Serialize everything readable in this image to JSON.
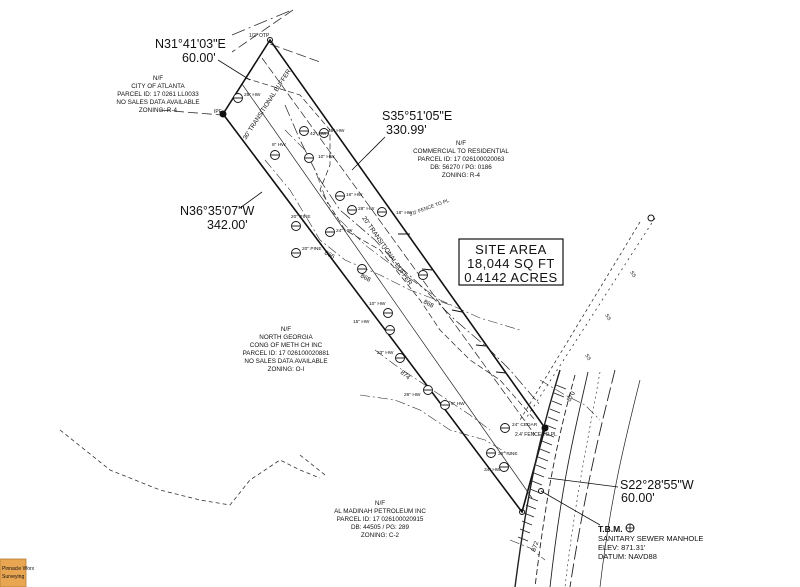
{
  "bearings": {
    "north": {
      "bearing": "N31°41'03\"E",
      "distance": "60.00'"
    },
    "east": {
      "bearing": "S35°51'05\"E",
      "distance": "330.99'"
    },
    "west": {
      "bearing": "N36°35'07\"W",
      "distance": "342.00'"
    },
    "south": {
      "bearing": "S22°28'55\"W",
      "distance": "60.00'"
    }
  },
  "site_area": {
    "title": "SITE AREA",
    "sqft": "18,044 SQ FT",
    "acres": "0.4142 ACRES"
  },
  "parcels": [
    {
      "line1": "N/F",
      "line2": "CITY OF ATLANTA",
      "line3": "PARCEL ID: 17 0261 LL0033",
      "line4": "NO SALES DATA AVAILABLE",
      "line5": "ZONING: R-4"
    },
    {
      "line1": "N/F",
      "line2": "COMMERCIAL TO RESIDENTIAL",
      "line3": "PARCEL ID: 17 026100020063",
      "line4": "DB: 56270 / PG: 0186",
      "line5": "ZONING: R-4"
    },
    {
      "line1": "N/F",
      "line2": "NORTH GEORGIA",
      "line3": "CONG OF METH CH INC",
      "line4": "PARCEL ID: 17 026100020881",
      "line5": "NO SALES DATA AVAILABLE",
      "line6": "ZONING: O-I"
    },
    {
      "line1": "N/F",
      "line2": "AL MADINAH PETROLEUM INC",
      "line3": "PARCEL ID: 17 026100020915",
      "line4": "DB: 44505 / PG: 289",
      "line5": "ZONING: C-2"
    }
  ],
  "tbm": {
    "title": "T.B.M.",
    "line1": "SANITARY SEWER MANHOLE",
    "line2": "ELEV: 871.31'",
    "line3": "DATUM: NAVD88"
  },
  "buffers": {
    "north": "30' TRANSITIONAL BUFFER",
    "center": "20' TRANSITIONAL BUFFER"
  },
  "contours": [
    "866",
    "868",
    "868",
    "874",
    "870",
    "872"
  ],
  "sewer_labels": [
    "SS",
    "SS",
    "SS"
  ],
  "trees": [
    "25\" HW",
    "42\" HW",
    "8\" HW",
    "45\" HW",
    "10\" HW",
    "16\" HW",
    "28\" HW",
    "24\" HW",
    "18\" HW",
    "20\" PINE",
    "20\" PINE",
    "10\" HW",
    "15\" HW",
    "23\" HW",
    "26\" HW",
    "9\" HW",
    "24\" CEDAR",
    "36\" PINE",
    "34\" HW"
  ],
  "misc": {
    "iron": "1/2\" OTP",
    "fence1": "3.0' FENCE TO PL",
    "fence2": "2.4' FENCE TO PL",
    "ipf": "IPF"
  },
  "corner_stamp": {
    "line1": "Pinnacle Worx",
    "line2": "Surveying"
  }
}
